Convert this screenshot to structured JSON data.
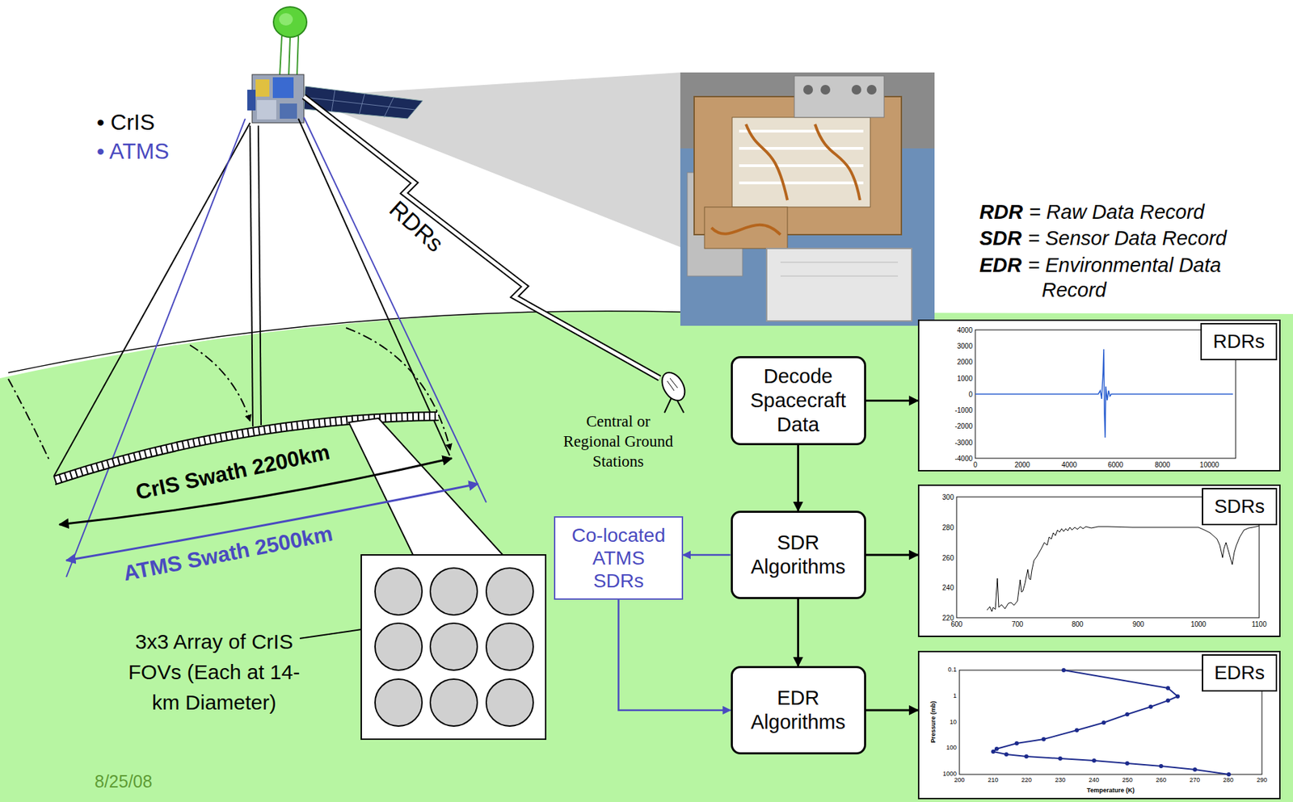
{
  "diagram": {
    "nodes": [
      {
        "text": [
          "Decode Spacecraft Data"
        ]
      },
      {
        "text": [
          "RDRs"
        ]
      },
      {
        "text": [
          "Co-located ATMS SDRs"
        ]
      },
      {
        "text": [
          "SDR Algorithms"
        ]
      },
      {
        "text": [
          "SDRs"
        ]
      },
      {
        "text": [
          "EDR Algorithms"
        ]
      },
      {
        "text": [
          "EDRs"
        ]
      }
    ],
    "edges": [
      {
        "from": 0,
        "to": 1,
        "arrow": "to"
      },
      {
        "from": 0,
        "to": 3,
        "arrow": "to"
      },
      {
        "from": 3,
        "to": 4,
        "arrow": "to"
      },
      {
        "from": 3,
        "to": 2,
        "arrow": "to"
      },
      {
        "from": 2,
        "to": 5,
        "arrow": "to"
      },
      {
        "from": 3,
        "to": 5,
        "arrow": "to"
      },
      {
        "from": 5,
        "to": 6,
        "arrow": "to"
      }
    ],
    "labels": [
      "• CrIS",
      "• ATMS",
      "RDRs",
      "RDR",
      "= Raw Data Record",
      "SDR",
      "= Sensor Data Record",
      "EDR",
      "= Environmental Data Record",
      "Central or Regional Ground Stations",
      "CrIS Swath 2200km",
      "ATMS Swath 2500km",
      "3x3 Array of CrIS FOVs (Each at 14-km Diameter)",
      "8/25/08",
      "4000",
      "3000",
      "2000",
      "1000",
      "0",
      "-1000",
      "-2000",
      "-3000",
      "-4000",
      "0",
      "2000",
      "4000",
      "6000",
      "8000",
      "10000",
      "300",
      "280",
      "260",
      "240",
      "220",
      "600",
      "700",
      "800",
      "900",
      "1000",
      "1100",
      "0.1",
      "1",
      "10",
      "100",
      "1000",
      "200",
      "210",
      "220",
      "230",
      "240",
      "250",
      "260",
      "270",
      "280",
      "290",
      "Pressure (mb)",
      "Temperature (K)"
    ]
  }
}
